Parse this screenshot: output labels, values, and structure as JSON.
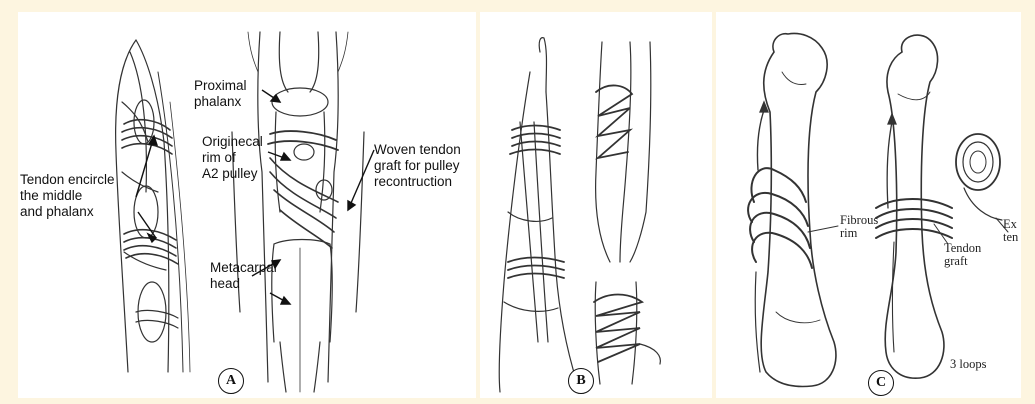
{
  "panel_a": {
    "labels": {
      "tendon_encircle": "Tendon encircle\nthe middle\nand phalanx",
      "proximal_phalanx": "Proximal\nphalanx",
      "original_rim": "Originecal\nrim of\nA2 pulley",
      "woven_graft": "Woven tendon\ngraft for pulley\nrecontruction",
      "metacarpal_head": "Metacarpal\nhead"
    },
    "marker": "A"
  },
  "panel_b": {
    "marker": "B"
  },
  "panel_c": {
    "labels": {
      "fibrous_rim": "Fibrous\nrim",
      "tendon_graft": "Tendon\ngraft",
      "three_loops": "3 loops",
      "ext_tendon": "Ex\nten"
    },
    "marker": "C"
  }
}
